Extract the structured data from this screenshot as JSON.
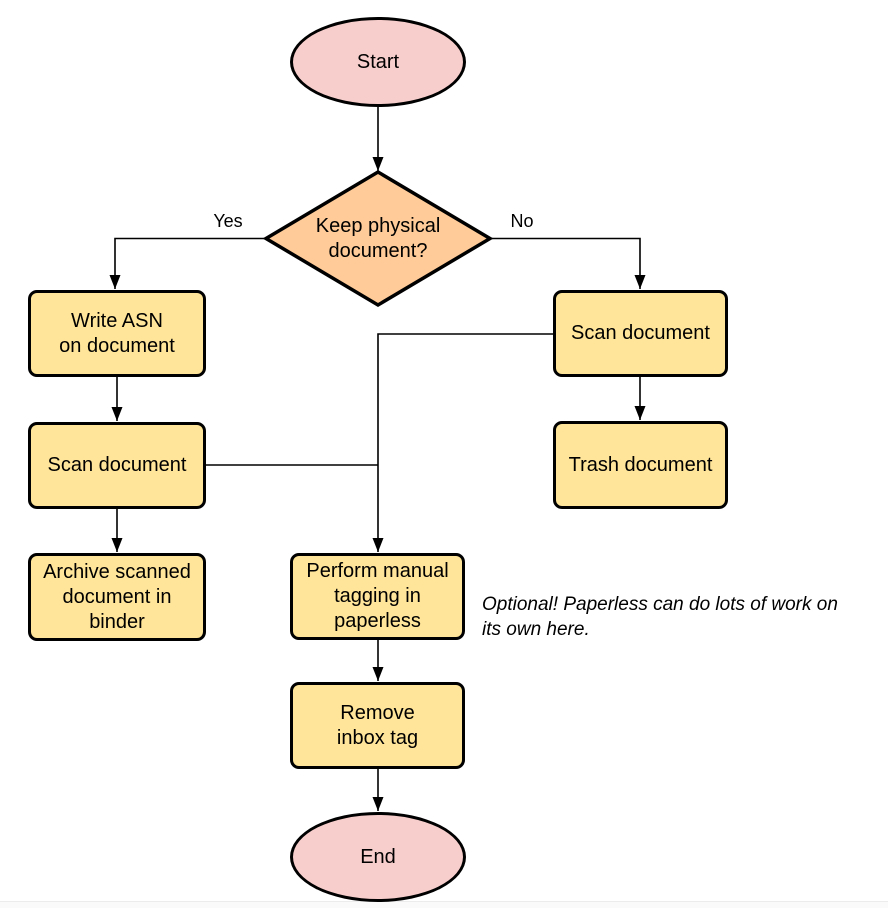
{
  "diagram": {
    "type": "flowchart",
    "background": "#ffffff",
    "colors": {
      "terminal_fill": "#F8CECC",
      "decision_fill": "#FFCC99",
      "process_fill": "#FFE599",
      "stroke": "#000000",
      "text": "#000000"
    },
    "nodes": {
      "start": {
        "label": "Start",
        "shape": "ellipse"
      },
      "decision": {
        "label": "Keep physical\ndocument?",
        "shape": "diamond"
      },
      "write_asn": {
        "label": "Write ASN\non document",
        "shape": "rounded-rect"
      },
      "scan_left": {
        "label": "Scan document",
        "shape": "rounded-rect"
      },
      "archive": {
        "label": "Archive scanned\ndocument in\nbinder",
        "shape": "rounded-rect"
      },
      "scan_right": {
        "label": "Scan document",
        "shape": "rounded-rect"
      },
      "trash": {
        "label": "Trash document",
        "shape": "rounded-rect"
      },
      "tagging": {
        "label": "Perform manual\ntagging in\npaperless",
        "shape": "rounded-rect"
      },
      "remove_inbox": {
        "label": "Remove\ninbox tag",
        "shape": "rounded-rect"
      },
      "end": {
        "label": "End",
        "shape": "ellipse"
      }
    },
    "edge_labels": {
      "yes": "Yes",
      "no": "No"
    },
    "note": "Optional! Paperless can do lots of work on\nits own here."
  }
}
